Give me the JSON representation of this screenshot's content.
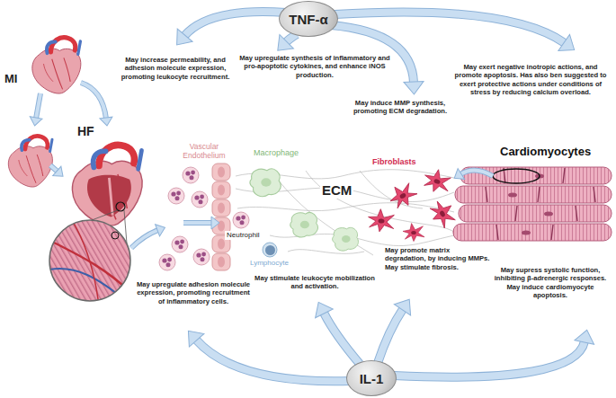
{
  "diagram": {
    "nodes": [
      {
        "text": [
          "TNF-α"
        ]
      },
      {
        "text": [
          "IL-1"
        ]
      }
    ],
    "labels": [
      "MI",
      "HF",
      "May increase permeability, and adhesion molecule expression, promoting leukocyte recruitment.",
      "May upregulate synthesis of inflammatory and pro-apoptotic cytokines, and enhance iNOS production.",
      "May induce MMP synthesis, promoting ECM degradation.",
      "May exert negative inotropic actions, and promote apoptosis. Has also ben suggested to exert protective actions under conditions of stress by reducing calcium overload.",
      "Vascular Endothelium",
      "Macrophage",
      "Fibroblasts",
      "ECM",
      "Cardiomyocytes",
      "Neutrophil",
      "Lymphocyte",
      "May promote matrix degradation, by inducing MMPs. May stimulate fibrosis.",
      "May upregulate adhesion molecule expression, promoting recruitment of inflammatory cells.",
      "May stimulate leukocyte mobilization and activation.",
      "May supress systolic function, inhibiting β-adrenergic responses. May induce cardiomyocyte apoptosis."
    ]
  }
}
